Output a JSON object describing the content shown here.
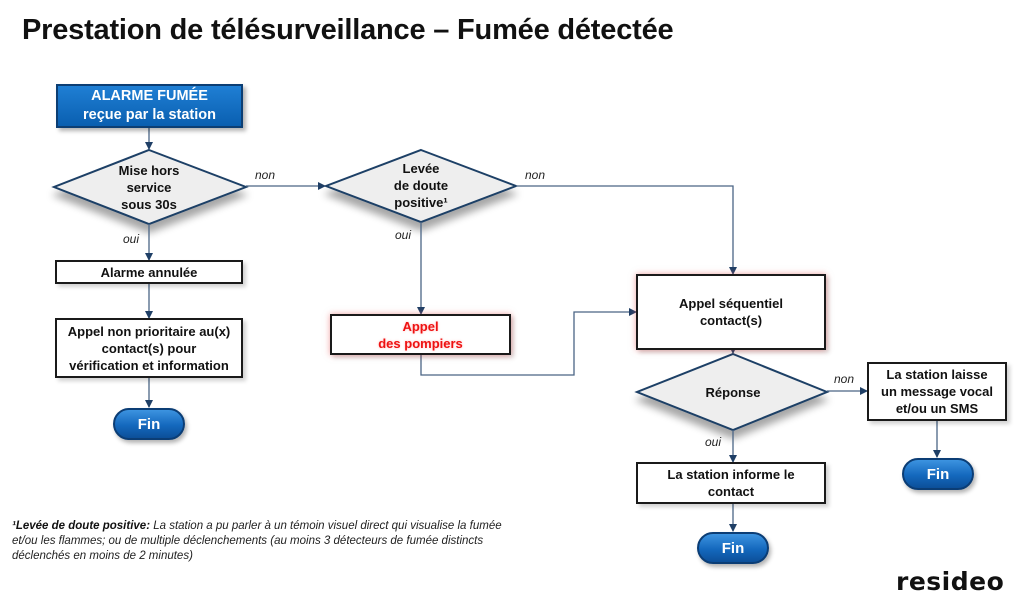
{
  "title": "Prestation de télésurveillance – Fumée détectée",
  "nodes": {
    "start": {
      "line1": "ALARME FUMÉE",
      "line2": "reçue par la station"
    },
    "decision_mise_hors_service": {
      "line1": "Mise hors",
      "line2": "service",
      "line3": "sous 30s"
    },
    "decision_levee_doute": {
      "line1": "Levée",
      "line2": "de doute",
      "line3": "positive¹"
    },
    "alarme_annulee": "Alarme annulée",
    "appel_non_prioritaire": {
      "line1": "Appel non prioritaire au(x)",
      "line2": "contact(s) pour",
      "line3": "vérification et information"
    },
    "appel_pompiers": {
      "line1": "Appel",
      "line2": "des pompiers"
    },
    "appel_sequentiel": {
      "line1": "Appel séquentiel",
      "line2": "contact(s)"
    },
    "decision_reponse": "Réponse",
    "station_informe": {
      "line1": "La station informe le",
      "line2": "contact"
    },
    "station_laisse": {
      "line1": "La station laisse",
      "line2": "un message vocal",
      "line3": "et/ou un SMS"
    },
    "fin": "Fin"
  },
  "edge_labels": {
    "non": "non",
    "oui": "oui"
  },
  "footnote": {
    "term": "¹Levée de doute positive:",
    "text": " La station a pu parler à un témoin visuel direct qui visualise la fumée et/ou les flammes; ou de multiple déclenchements (au moins 3 détecteurs de fumée distincts déclenchés en moins de 2 minutes)"
  },
  "logo": "resideo",
  "colors": {
    "accent_blue": "#0a5fb0",
    "connector": "#3a5a80",
    "alert_red": "#ee1111"
  }
}
